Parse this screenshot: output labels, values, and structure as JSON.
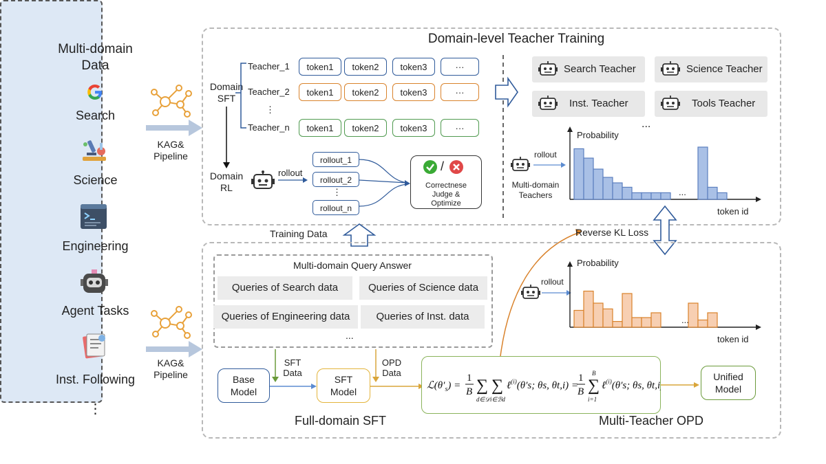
{
  "left_panel": {
    "title": "Multi-domain\nData",
    "items": [
      {
        "label": "Search",
        "icon": "google-icon"
      },
      {
        "label": "Science",
        "icon": "microscope-icon"
      },
      {
        "label": "Engineering",
        "icon": "terminal-icon"
      },
      {
        "label": "Agent Tasks",
        "icon": "robot-icon"
      },
      {
        "label": "Inst. Following",
        "icon": "checklist-icon"
      }
    ],
    "more": "⋮"
  },
  "pipeline": {
    "top_label": "KAG&\nPipeline",
    "bottom_label": "KAG&\nPipeline"
  },
  "top_section": {
    "title": "Domain-level Teacher Training",
    "domain_sft": "Domain\nSFT",
    "domain_rl": "Domain\nRL",
    "teachers": [
      "Teacher_1",
      "Teacher_2",
      "⋮",
      "Teacher_n"
    ],
    "tokens": [
      "token1",
      "token2",
      "token3",
      "···"
    ],
    "rollout_label": "rollout",
    "rollouts": [
      "rollout_1",
      "rollout_2",
      "⋮",
      "rollout_n"
    ],
    "judge": "Correctnese\nJudge &\nOptimize",
    "slash": "/",
    "teacher_boxes": [
      "Search Teacher",
      "Science Teacher",
      "Inst. Teacher",
      "Tools Teacher"
    ],
    "teachers_more": "...",
    "multi_teachers": "Multi-domain\nTeachers",
    "rollout2": "rollout",
    "prob_label": "Probability",
    "token_id": "token id",
    "ellipsis": "..."
  },
  "middle": {
    "training_data": "Training Data",
    "reverse_kl": "Reverse KL Loss"
  },
  "bottom_section": {
    "query_title": "Multi-domain Query Answer",
    "queries": [
      "Queries of Search data",
      "Queries of Science data",
      "Queries of Engineering data",
      "Queries of Inst. data"
    ],
    "queries_more": "...",
    "sft_data": "SFT\nData",
    "opd_data": "OPD\nData",
    "base_model": "Base\nModel",
    "sft_model": "SFT\nModel",
    "unified_model": "Unified\nModel",
    "full_domain_sft": "Full-domain SFT",
    "multi_teacher_opd": "Multi-Teacher OPD",
    "rollout": "rollout",
    "prob_label": "Probability",
    "token_id": "token id",
    "ellipsis": "...",
    "formula": "ℒ(θ′s) = (1/B) Σd∈𝒟 Σi∈ℬd ℓ(i)(θ′s; θs, θt,i) = (1/B) Σi=1..B ℓ(i)(θ′s; θs, θt,i)"
  },
  "chart_data": [
    {
      "type": "bar",
      "ylabel": "Probability",
      "xlabel": "token id",
      "values": [
        0.92,
        0.75,
        0.55,
        0.4,
        0.3,
        0.22,
        0.12,
        0.12,
        0.12,
        0.12,
        null,
        0.95,
        0.22,
        0.12
      ],
      "color": "#a9c0e6"
    },
    {
      "type": "bar",
      "ylabel": "Probability",
      "xlabel": "token id",
      "values": [
        0.35,
        0.75,
        0.5,
        0.38,
        0.12,
        0.7,
        0.2,
        0.2,
        0.3,
        null,
        0.5,
        0.15,
        0.3
      ],
      "color": "#f7cfb2"
    }
  ]
}
